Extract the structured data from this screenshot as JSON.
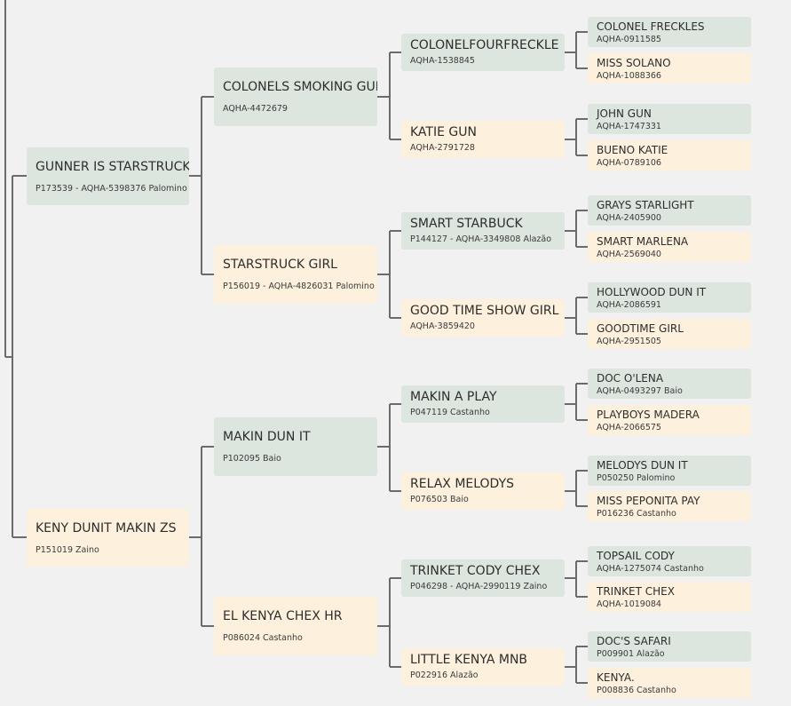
{
  "colors": {
    "sire_bg": "#dde5df",
    "dam_bg": "#fdf0dc",
    "line": "#6b6b6b",
    "page_bg": "#f1f1f1"
  },
  "pedigree": {
    "sire": {
      "name": "GUNNER IS STARSTRUCK",
      "info": "P173539 - AQHA-5398376 Palomino",
      "sire": {
        "name": "COLONELS SMOKING GUN",
        "info": "AQHA-4472679",
        "sire": {
          "name": "COLONELFOURFRECKLE",
          "info": "AQHA-1538845",
          "sire": {
            "name": "COLONEL FRECKLES",
            "info": "AQHA-0911585"
          },
          "dam": {
            "name": "MISS SOLANO",
            "info": "AQHA-1088366"
          }
        },
        "dam": {
          "name": "KATIE GUN",
          "info": "AQHA-2791728",
          "sire": {
            "name": "JOHN GUN",
            "info": "AQHA-1747331"
          },
          "dam": {
            "name": "BUENO KATIE",
            "info": "AQHA-0789106"
          }
        }
      },
      "dam": {
        "name": "STARSTRUCK GIRL",
        "info": "P156019 - AQHA-4826031 Palomino",
        "sire": {
          "name": "SMART STARBUCK",
          "info": "P144127 - AQHA-3349808 Alazão",
          "sire": {
            "name": "GRAYS STARLIGHT",
            "info": "AQHA-2405900"
          },
          "dam": {
            "name": "SMART MARLENA",
            "info": "AQHA-2569040"
          }
        },
        "dam": {
          "name": "GOOD TIME SHOW GIRL",
          "info": "AQHA-3859420",
          "sire": {
            "name": "HOLLYWOOD DUN IT",
            "info": "AQHA-2086591"
          },
          "dam": {
            "name": "GOODTIME GIRL",
            "info": "AQHA-2951505"
          }
        }
      }
    },
    "dam": {
      "name": "KENY DUNIT MAKIN ZS",
      "info": "P151019 Zaino",
      "sire": {
        "name": "MAKIN DUN IT",
        "info": "P102095 Baio",
        "sire": {
          "name": "MAKIN A PLAY",
          "info": "P047119 Castanho",
          "sire": {
            "name": "DOC O'LENA",
            "info": "AQHA-0493297 Baio"
          },
          "dam": {
            "name": "PLAYBOYS MADERA",
            "info": "AQHA-2066575"
          }
        },
        "dam": {
          "name": "RELAX MELODYS",
          "info": "P076503 Baio",
          "sire": {
            "name": "MELODYS DUN IT",
            "info": "P050250 Palomino"
          },
          "dam": {
            "name": "MISS PEPONITA PAY",
            "info": "P016236 Castanho"
          }
        }
      },
      "dam": {
        "name": "EL KENYA CHEX HR",
        "info": "P086024 Castanho",
        "sire": {
          "name": "TRINKET CODY CHEX",
          "info": "P046298 - AQHA-2990119 Zaino",
          "sire": {
            "name": "TOPSAIL CODY",
            "info": "AQHA-1275074 Castanho"
          },
          "dam": {
            "name": "TRINKET CHEX",
            "info": "AQHA-1019084"
          }
        },
        "dam": {
          "name": "LITTLE KENYA MNB",
          "info": "P022916 Alazão",
          "sire": {
            "name": "DOC'S SAFARI",
            "info": "P009901 Alazão"
          },
          "dam": {
            "name": "KENYA.",
            "info": "P008836 Castanho"
          }
        }
      }
    }
  }
}
